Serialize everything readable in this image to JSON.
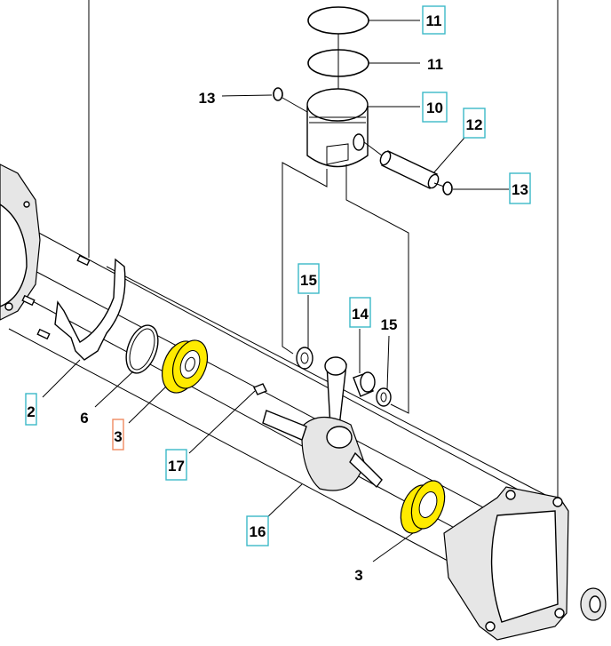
{
  "callouts": {
    "ring_top": "11",
    "ring_second": "11",
    "circlip_left": "13",
    "piston": "10",
    "piston_pin": "12",
    "circlip_right": "13",
    "washer_left": "15",
    "needle_bearing": "14",
    "washer_right": "15",
    "gasket": "2",
    "retaining_ring": "6",
    "bearing_left": "3",
    "key": "17",
    "crankshaft": "16",
    "bearing_right": "3"
  },
  "colors": {
    "highlight_bearing": "#ffeb00",
    "callout_box": "#3bb8c8",
    "callout_box_selected": "#ef8a60"
  }
}
